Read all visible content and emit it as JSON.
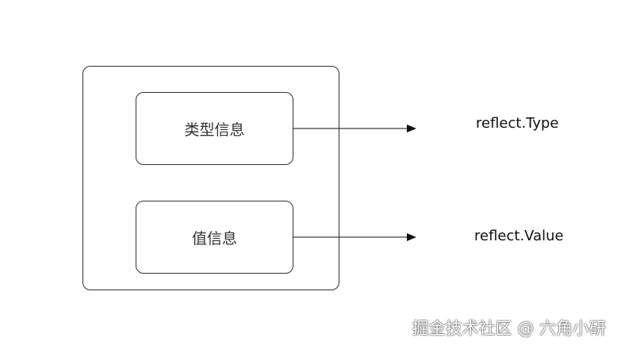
{
  "diagram": {
    "boxes": [
      {
        "label": "类型信息",
        "target": "reflect.Type"
      },
      {
        "label": "值信息",
        "target": "reflect.Value"
      }
    ]
  },
  "watermark": "掘金技术社区 @ 六角小研"
}
